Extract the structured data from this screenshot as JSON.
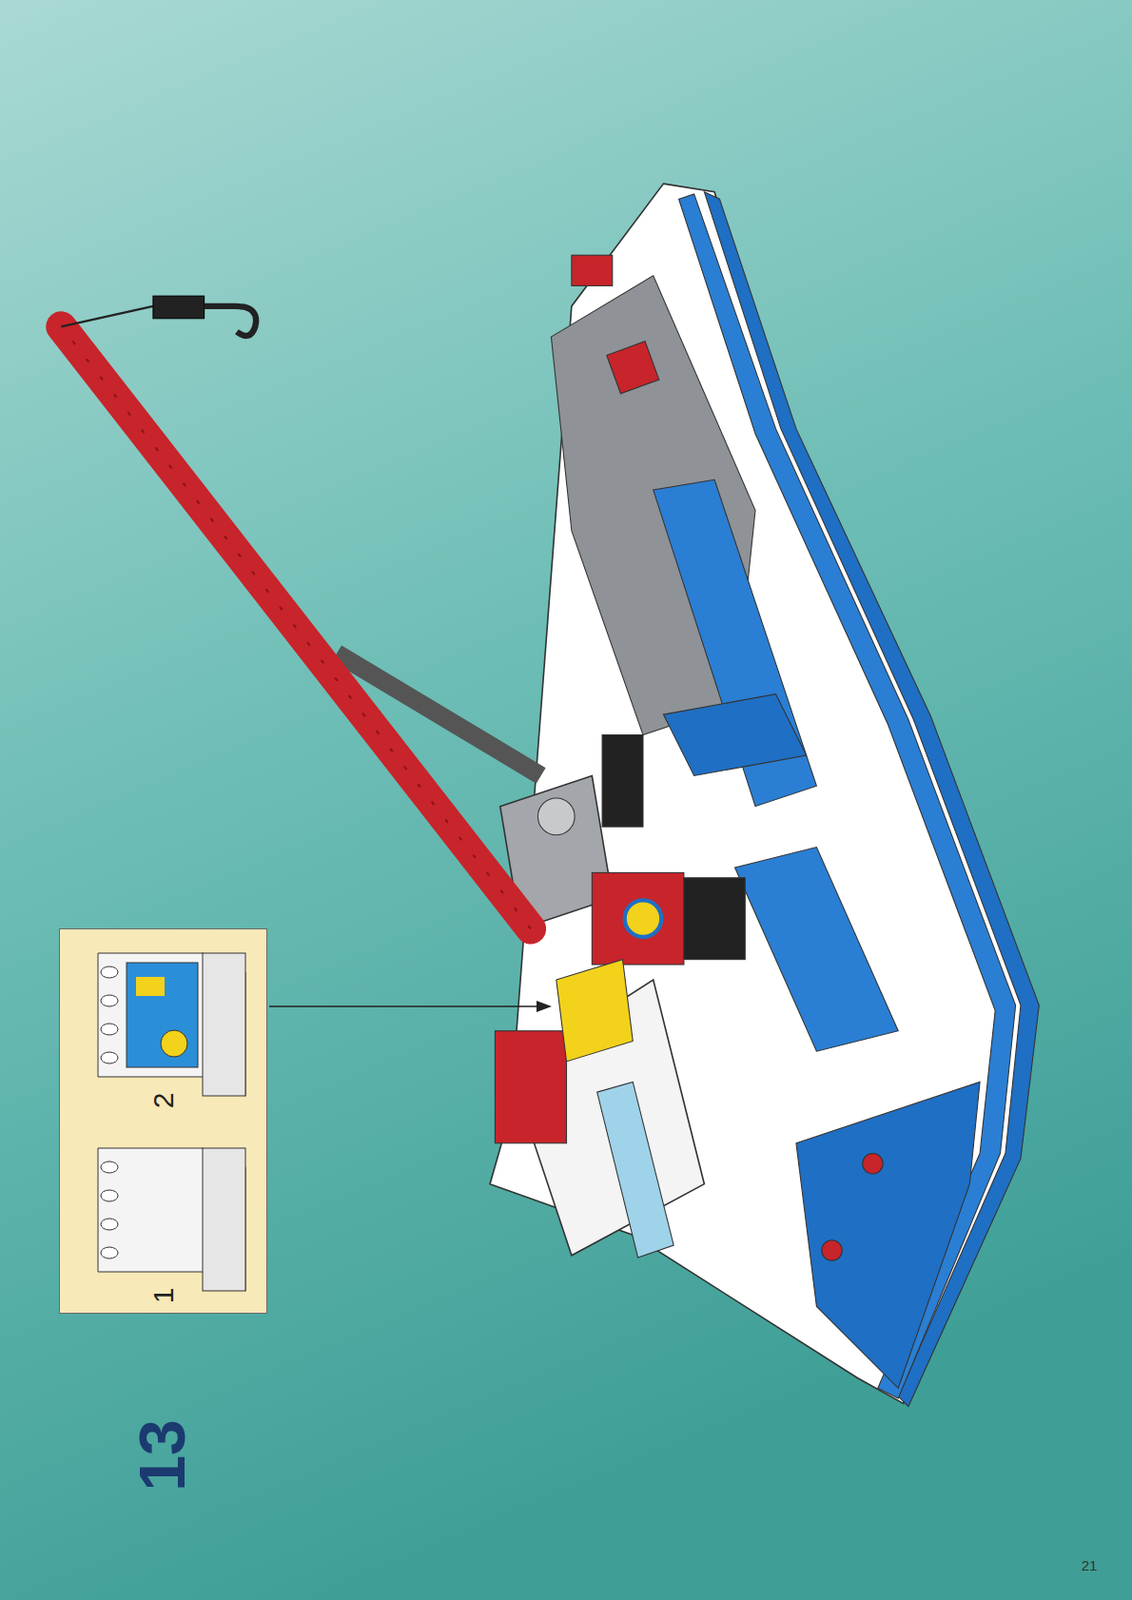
{
  "diagram": {
    "nodes": [
      {
        "text": [
          "1",
          "2"
        ]
      }
    ],
    "labels": [
      "13",
      "21"
    ]
  }
}
